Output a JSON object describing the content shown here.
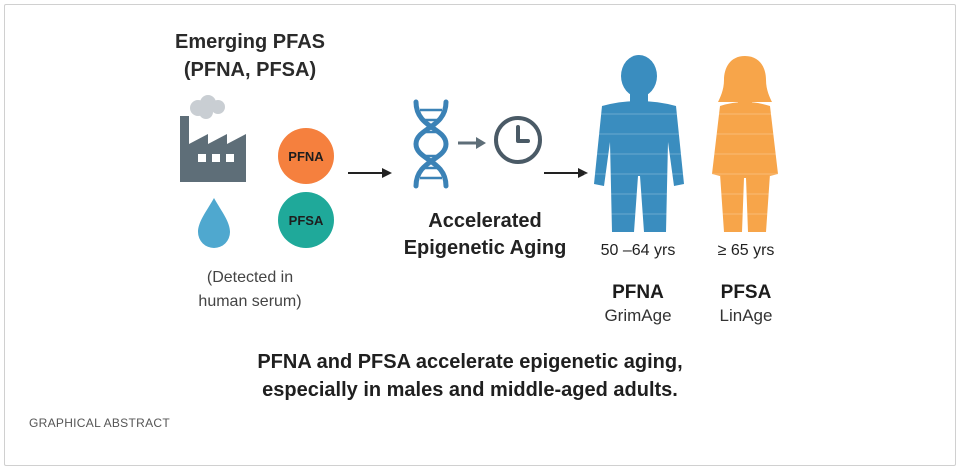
{
  "title": {
    "line1": "Emerging PFAS",
    "line2": "(PFNA, PFSA)"
  },
  "chemicals": [
    {
      "label": "PFNA",
      "color": "#F5803E"
    },
    {
      "label": "PFSA",
      "color": "#1FA99A"
    }
  ],
  "serum_note": {
    "line1": "(Detected in",
    "line2": "human serum)"
  },
  "process": {
    "line1": "Accelerated",
    "line2": "Epigenetic Aging"
  },
  "groups": [
    {
      "age": "50 –64 yrs",
      "chemical": "PFNA",
      "clock": "GrimAge",
      "color": "#3A8DBF"
    },
    {
      "age": "≥ 65 yrs",
      "chemical": "PFSA",
      "clock": "LinAge",
      "color": "#F7A54A"
    }
  ],
  "summary": {
    "line1": "PFNA and PFSA accelerate epigenetic aging,",
    "line2": "especially in males and middle-aged adults."
  },
  "caption": "GRAPHICAL ABSTRACT",
  "colors": {
    "water_drop": "#4FA8CF",
    "factory": "#5E6E78",
    "dna_blue": "#3B82B6",
    "arrow": "#222222"
  }
}
